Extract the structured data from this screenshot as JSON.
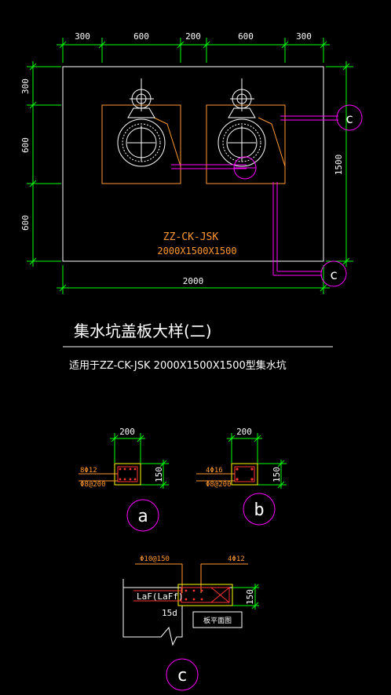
{
  "plan": {
    "top_dims": [
      "300",
      "600",
      "200",
      "600",
      "300"
    ],
    "left_dims": [
      "300",
      "600",
      "600"
    ],
    "right_dim": "1500",
    "bottom_dim": "2000",
    "code": "ZZ-CK-JSK",
    "size": "2000X1500X1500",
    "callout_upper": "c",
    "callout_lower": "c"
  },
  "title": {
    "main": "集水坑盖板大样(二)",
    "sub": "适用于ZZ-CK-JSK  2000X1500X1500型集水坑"
  },
  "detail_a": {
    "width": "200",
    "height": "150",
    "bar_top": "8Φ12",
    "stirrup": "Φ8@200",
    "label": "a"
  },
  "detail_b": {
    "width": "200",
    "height": "150",
    "bar_top": "4Φ16",
    "stirrup": "Φ8@200",
    "label": "b"
  },
  "detail_c": {
    "stirrup": "Φ10@150",
    "bars": "4Φ12",
    "anchor": "LaF(LaFf)",
    "lap": "15d",
    "height": "150",
    "note": "板平面图",
    "label": "c"
  },
  "colors": {
    "background": "#000000",
    "dimension": "#00ff00",
    "outline": "#ffffff",
    "annotation": "#ff9933",
    "callout": "#ff00ff",
    "rebar": "#ff3333",
    "frame": "#ffff00"
  }
}
